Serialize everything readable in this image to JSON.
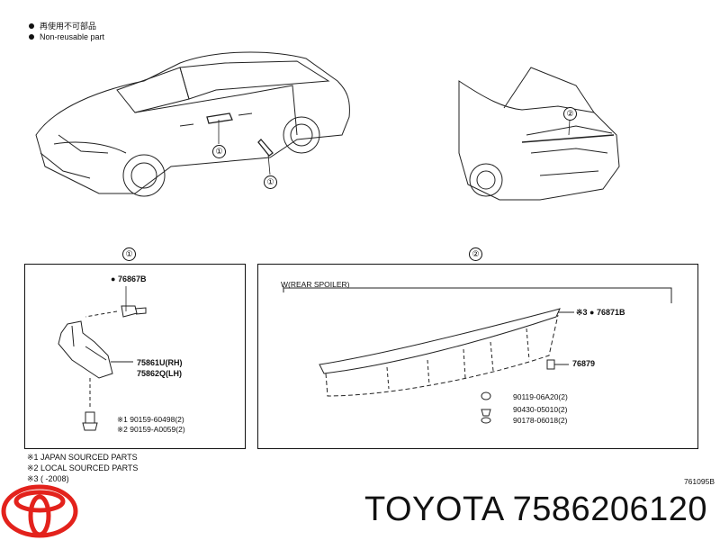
{
  "legend": {
    "item1": "再使用不可部品",
    "item2": "Non-reusable part"
  },
  "callouts": {
    "one": "①",
    "two": "②",
    "one_a": "①",
    "one_b": "①",
    "two_a": "②"
  },
  "panel1": {
    "bolt_label": "76867B",
    "bracket_rh": "75861U(RH)",
    "bracket_lh": "75862Q(LH)",
    "screw1": "※1 90159-60498(2)",
    "screw2": "※2 90159-A0059(2)"
  },
  "panel2": {
    "title": "W(REAR SPOILER)",
    "spoiler_part": "76871B",
    "spoiler_note": "※3",
    "clip": "76879",
    "p1": "90119-06A20(2)",
    "p2": "90430-05010(2)",
    "p3": "90178-06018(2)"
  },
  "notes": {
    "n1": "※1 JAPAN SOURCED PARTS",
    "n2": "※2 LOCAL SOURCED PARTS",
    "n3": "※3 (       -2008)"
  },
  "diagram_id": "761095B",
  "brand_text": "TOYOTA 7586206120"
}
